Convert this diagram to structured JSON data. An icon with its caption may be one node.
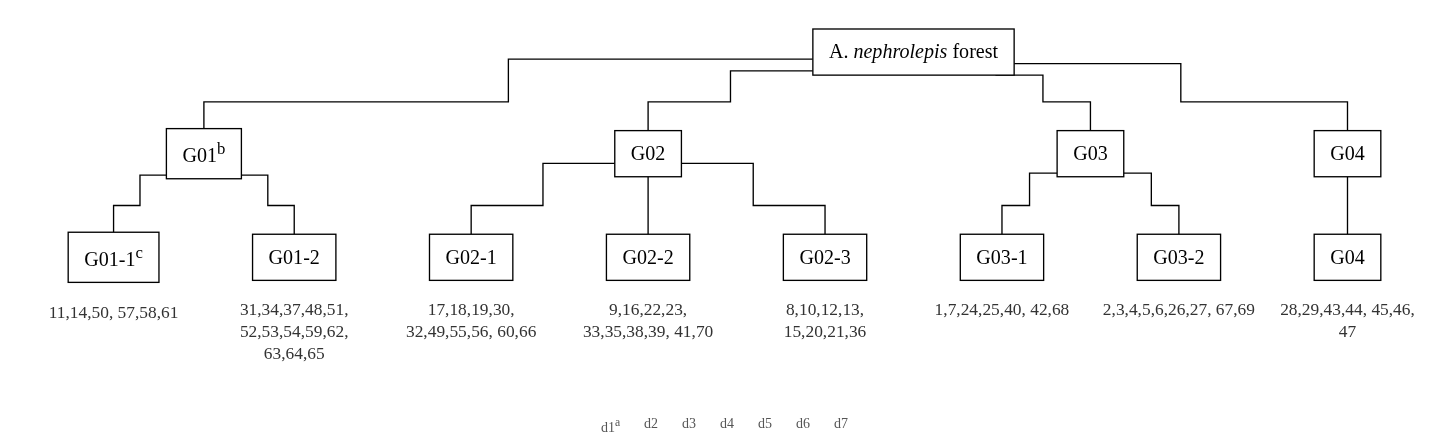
{
  "diagram": {
    "nodes": [
      {
        "text": [
          "A. *nephrolepis* forest"
        ]
      },
      {
        "text": [
          "G01$^{b}$"
        ]
      },
      {
        "text": [
          "G02"
        ]
      },
      {
        "text": [
          "G03"
        ]
      },
      {
        "text": [
          "G04"
        ]
      },
      {
        "text": [
          "G01-1$^{c}$"
        ],
        "beside": [
          "11,14,50, 57,58,61"
        ]
      },
      {
        "text": [
          "G01-2"
        ],
        "beside": [
          "31,34,37,48,51, 52,53,54,59,62, 63,64,65"
        ]
      },
      {
        "text": [
          "G02-1"
        ],
        "beside": [
          "17,18,19,30, 32,49,55,56, 60,66"
        ]
      },
      {
        "text": [
          "G02-2"
        ],
        "beside": [
          "9,16,22,23, 33,35,38,39, 41,70"
        ]
      },
      {
        "text": [
          "G02-3"
        ],
        "beside": [
          "8,10,12,13, 15,20,21,36"
        ]
      },
      {
        "text": [
          "G03-1"
        ],
        "beside": [
          "1,7,24,25,40, 42,68"
        ]
      },
      {
        "text": [
          "G03-2"
        ],
        "beside": [
          "2,3,4,5,6,26,27, 67,69"
        ]
      },
      {
        "text": [
          "G04"
        ],
        "beside": [
          "28,29,43,44, 45,46,  47"
        ]
      }
    ],
    "edges": [
      {
        "from": 0,
        "to": 1,
        "arrow": "none"
      },
      {
        "from": 0,
        "to": 2,
        "arrow": "none"
      },
      {
        "from": 0,
        "to": 3,
        "arrow": "none"
      },
      {
        "from": 0,
        "to": 4,
        "arrow": "none"
      },
      {
        "from": 1,
        "to": 5,
        "arrow": "none"
      },
      {
        "from": 1,
        "to": 6,
        "arrow": "none"
      },
      {
        "from": 2,
        "to": 7,
        "arrow": "none"
      },
      {
        "from": 2,
        "to": 8,
        "arrow": "none"
      },
      {
        "from": 2,
        "to": 9,
        "arrow": "none"
      },
      {
        "from": 3,
        "to": 10,
        "arrow": "none"
      },
      {
        "from": 3,
        "to": 11,
        "arrow": "none"
      },
      {
        "from": 4,
        "to": 12,
        "arrow": "none"
      }
    ],
    "labels": [
      "d1$^{a}$",
      "d2",
      "d3",
      "d4",
      "d5",
      "d6",
      "d7"
    ]
  }
}
